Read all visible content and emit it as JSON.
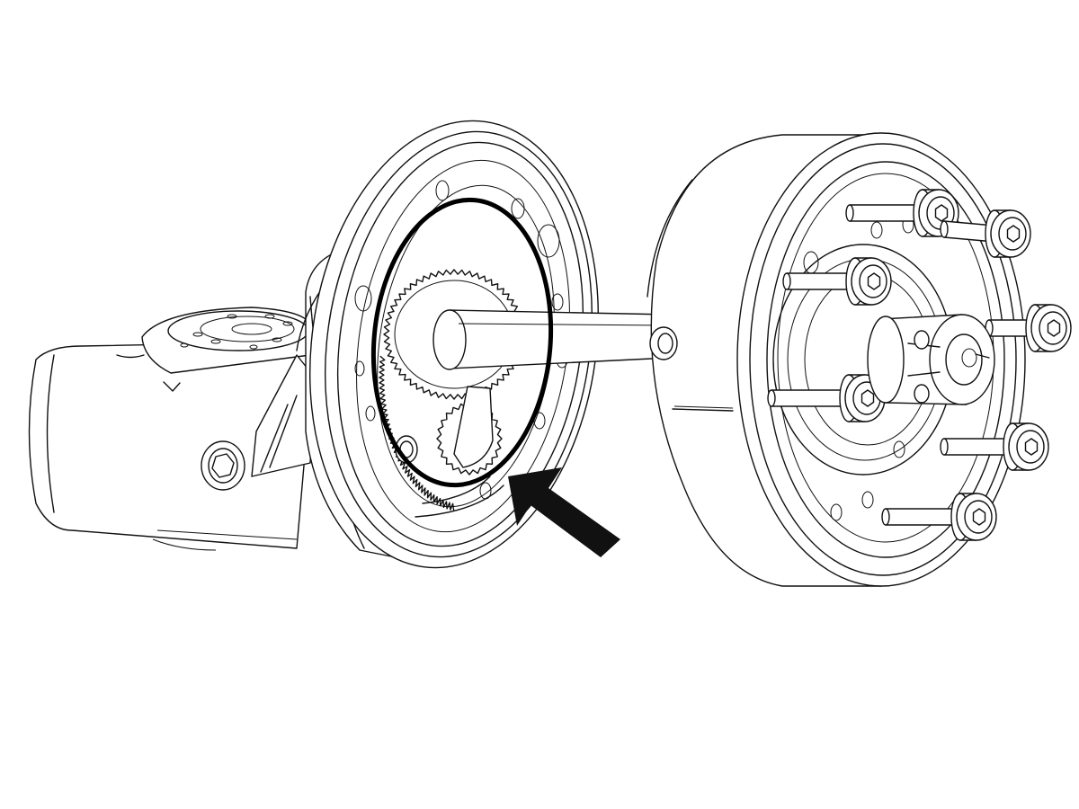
{
  "figure": {
    "caption": "",
    "colors": {
      "line": "#111111",
      "background": "#ffffff",
      "highlight": "#000000"
    },
    "parts": [
      "motor-housing",
      "mounting-flange",
      "gear-train",
      "drive-shaft",
      "end-cap",
      "shaft-coupling",
      "socket-head-cap-screws",
      "highlight-ring",
      "direction-arrow"
    ],
    "screw_count": 7,
    "callout": {
      "shape": "ellipse",
      "pointer": "arrow"
    }
  }
}
